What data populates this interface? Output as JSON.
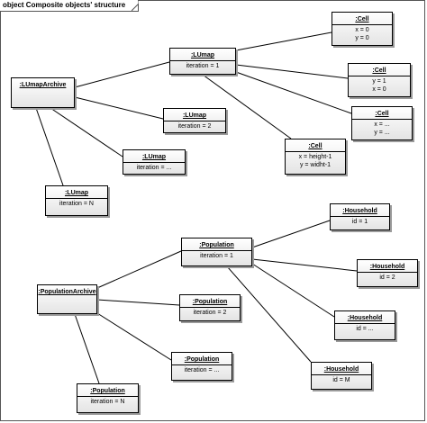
{
  "frame": {
    "keyword": "object",
    "title": "Composite objects' structure"
  },
  "objects": {
    "lumap_archive": {
      "name": ":LUmapArchive",
      "attrs": []
    },
    "lumap_1": {
      "name": ":LUmap",
      "attrs": [
        "iteration = 1"
      ]
    },
    "lumap_2": {
      "name": ":LUmap",
      "attrs": [
        "iteration = 2"
      ]
    },
    "lumap_dots": {
      "name": ":LUmap",
      "attrs": [
        "iteration = ..."
      ]
    },
    "lumap_n": {
      "name": ":LUmap",
      "attrs": [
        "iteration = N"
      ]
    },
    "cell_1": {
      "name": ":Cell",
      "attrs": [
        "x = 0",
        "y = 0"
      ]
    },
    "cell_2": {
      "name": ":Cell",
      "attrs": [
        "y = 1",
        "x = 0"
      ]
    },
    "cell_3": {
      "name": ":Cell",
      "attrs": [
        "x = ...",
        "y = ..."
      ]
    },
    "cell_4": {
      "name": ":Cell",
      "attrs": [
        "x = height-1",
        "y = widht-1"
      ]
    },
    "population_archive": {
      "name": ":PopulationArchive",
      "attrs": []
    },
    "population_1": {
      "name": ":Population",
      "attrs": [
        "iteration = 1"
      ]
    },
    "population_2": {
      "name": ":Population",
      "attrs": [
        "iteration = 2"
      ]
    },
    "population_dots": {
      "name": ":Population",
      "attrs": [
        "iteration = ..."
      ]
    },
    "population_n": {
      "name": ":Population",
      "attrs": [
        "iteration = N"
      ]
    },
    "household_1": {
      "name": ":Household",
      "attrs": [
        "id = 1"
      ]
    },
    "household_2": {
      "name": ":Household",
      "attrs": [
        "id = 2"
      ]
    },
    "household_dots": {
      "name": ":Household",
      "attrs": [
        "id = ..."
      ]
    },
    "household_m": {
      "name": ":Household",
      "attrs": [
        "id = M"
      ]
    }
  }
}
